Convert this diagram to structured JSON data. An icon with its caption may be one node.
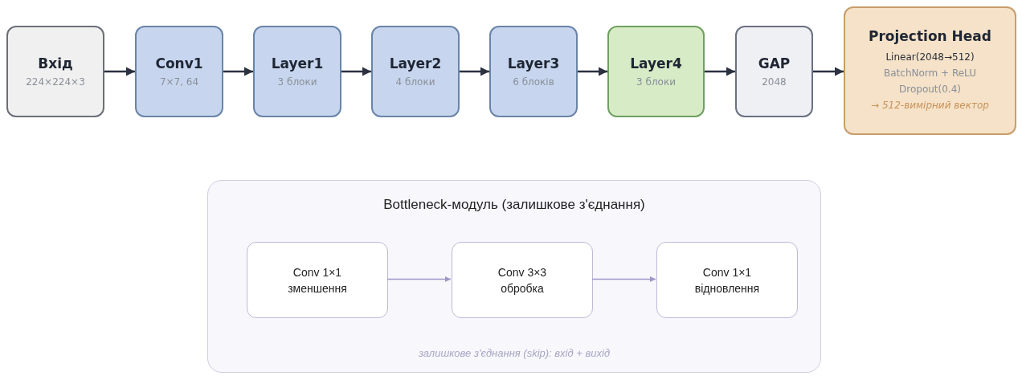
{
  "diagram": {
    "nodes": [
      {
        "text": [
          "Вхід",
          "224×224×3"
        ]
      },
      {
        "text": [
          "Conv1",
          "7×7, 64"
        ]
      },
      {
        "text": [
          "Layer1",
          "3 блоки"
        ]
      },
      {
        "text": [
          "Layer2",
          "4 блоки"
        ]
      },
      {
        "text": [
          "Layer3",
          "6 блоків"
        ]
      },
      {
        "text": [
          "Layer4",
          "3 блоки"
        ]
      },
      {
        "text": [
          "GAP",
          "2048"
        ]
      },
      {
        "text": [
          "Projection Head",
          "Linear(2048→512)",
          "BatchNorm + ReLU",
          "Dropout(0.4)",
          "→ 512-вимірний вектор"
        ]
      },
      {
        "text": [
          "Bottleneck-модуль (залишкове з'єднання)",
          "залишкове з'єднання (skip): вхід + вихід"
        ]
      },
      {
        "text": [
          "Conv 1×1",
          "зменшення"
        ],
        "in": 8
      },
      {
        "text": [
          "Conv 3×3",
          "обробка"
        ],
        "in": 8
      },
      {
        "text": [
          "Conv 1×1",
          "відновлення"
        ],
        "in": 8
      }
    ],
    "edges": [
      {
        "from": 0,
        "to": 1,
        "arrow": "to"
      },
      {
        "from": 1,
        "to": 2,
        "arrow": "to"
      },
      {
        "from": 2,
        "to": 3,
        "arrow": "to"
      },
      {
        "from": 3,
        "to": 4,
        "arrow": "to"
      },
      {
        "from": 4,
        "to": 5,
        "arrow": "to"
      },
      {
        "from": 5,
        "to": 6,
        "arrow": "to"
      },
      {
        "from": 6,
        "to": 7,
        "arrow": "to"
      },
      {
        "from": 9,
        "to": 10,
        "arrow": "to",
        "color": "#9e98c8"
      },
      {
        "from": 10,
        "to": 11,
        "arrow": "to",
        "color": "#9e98c8"
      }
    ]
  }
}
